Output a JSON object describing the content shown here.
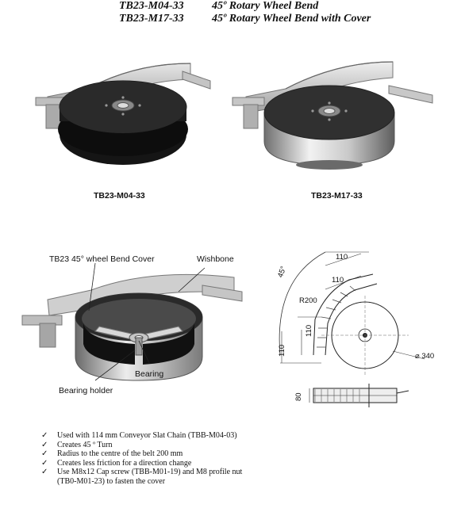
{
  "header": {
    "rows": [
      {
        "code": "TB23-M04-33",
        "desc": "45º Rotary Wheel Bend"
      },
      {
        "code": "TB23-M17-33",
        "desc": "45º Rotary Wheel Bend with Cover"
      }
    ]
  },
  "products": [
    {
      "caption": "TB23-M04-33"
    },
    {
      "caption": "TB23-M17-33"
    }
  ],
  "exploded": {
    "labels": {
      "cover": "TB23 45° wheel Bend Cover",
      "wishbone": "Wishbone",
      "bearing": "Bearing",
      "bearing_holder": "Bearing holder"
    }
  },
  "drawing": {
    "angle": "45°",
    "dim_top": "110",
    "dim_mid": "110",
    "radius": "R200",
    "dim_inner": "110",
    "dim_left": "110",
    "diameter": "340",
    "height": "80"
  },
  "features": [
    {
      "text": "Used with 114 mm Conveyor Slat Chain (TBB-M04-03)"
    },
    {
      "text": "Creates 45 º Turn"
    },
    {
      "text": "Radius to the centre of the belt 200 mm"
    },
    {
      "text": "Creates less friction for a direction change"
    },
    {
      "text": "Use M8x12 Cap screw (TBB-M01-19) and M8 profile nut (TB0-M01-23) to fasten the cover"
    }
  ],
  "check_glyph": "✓"
}
